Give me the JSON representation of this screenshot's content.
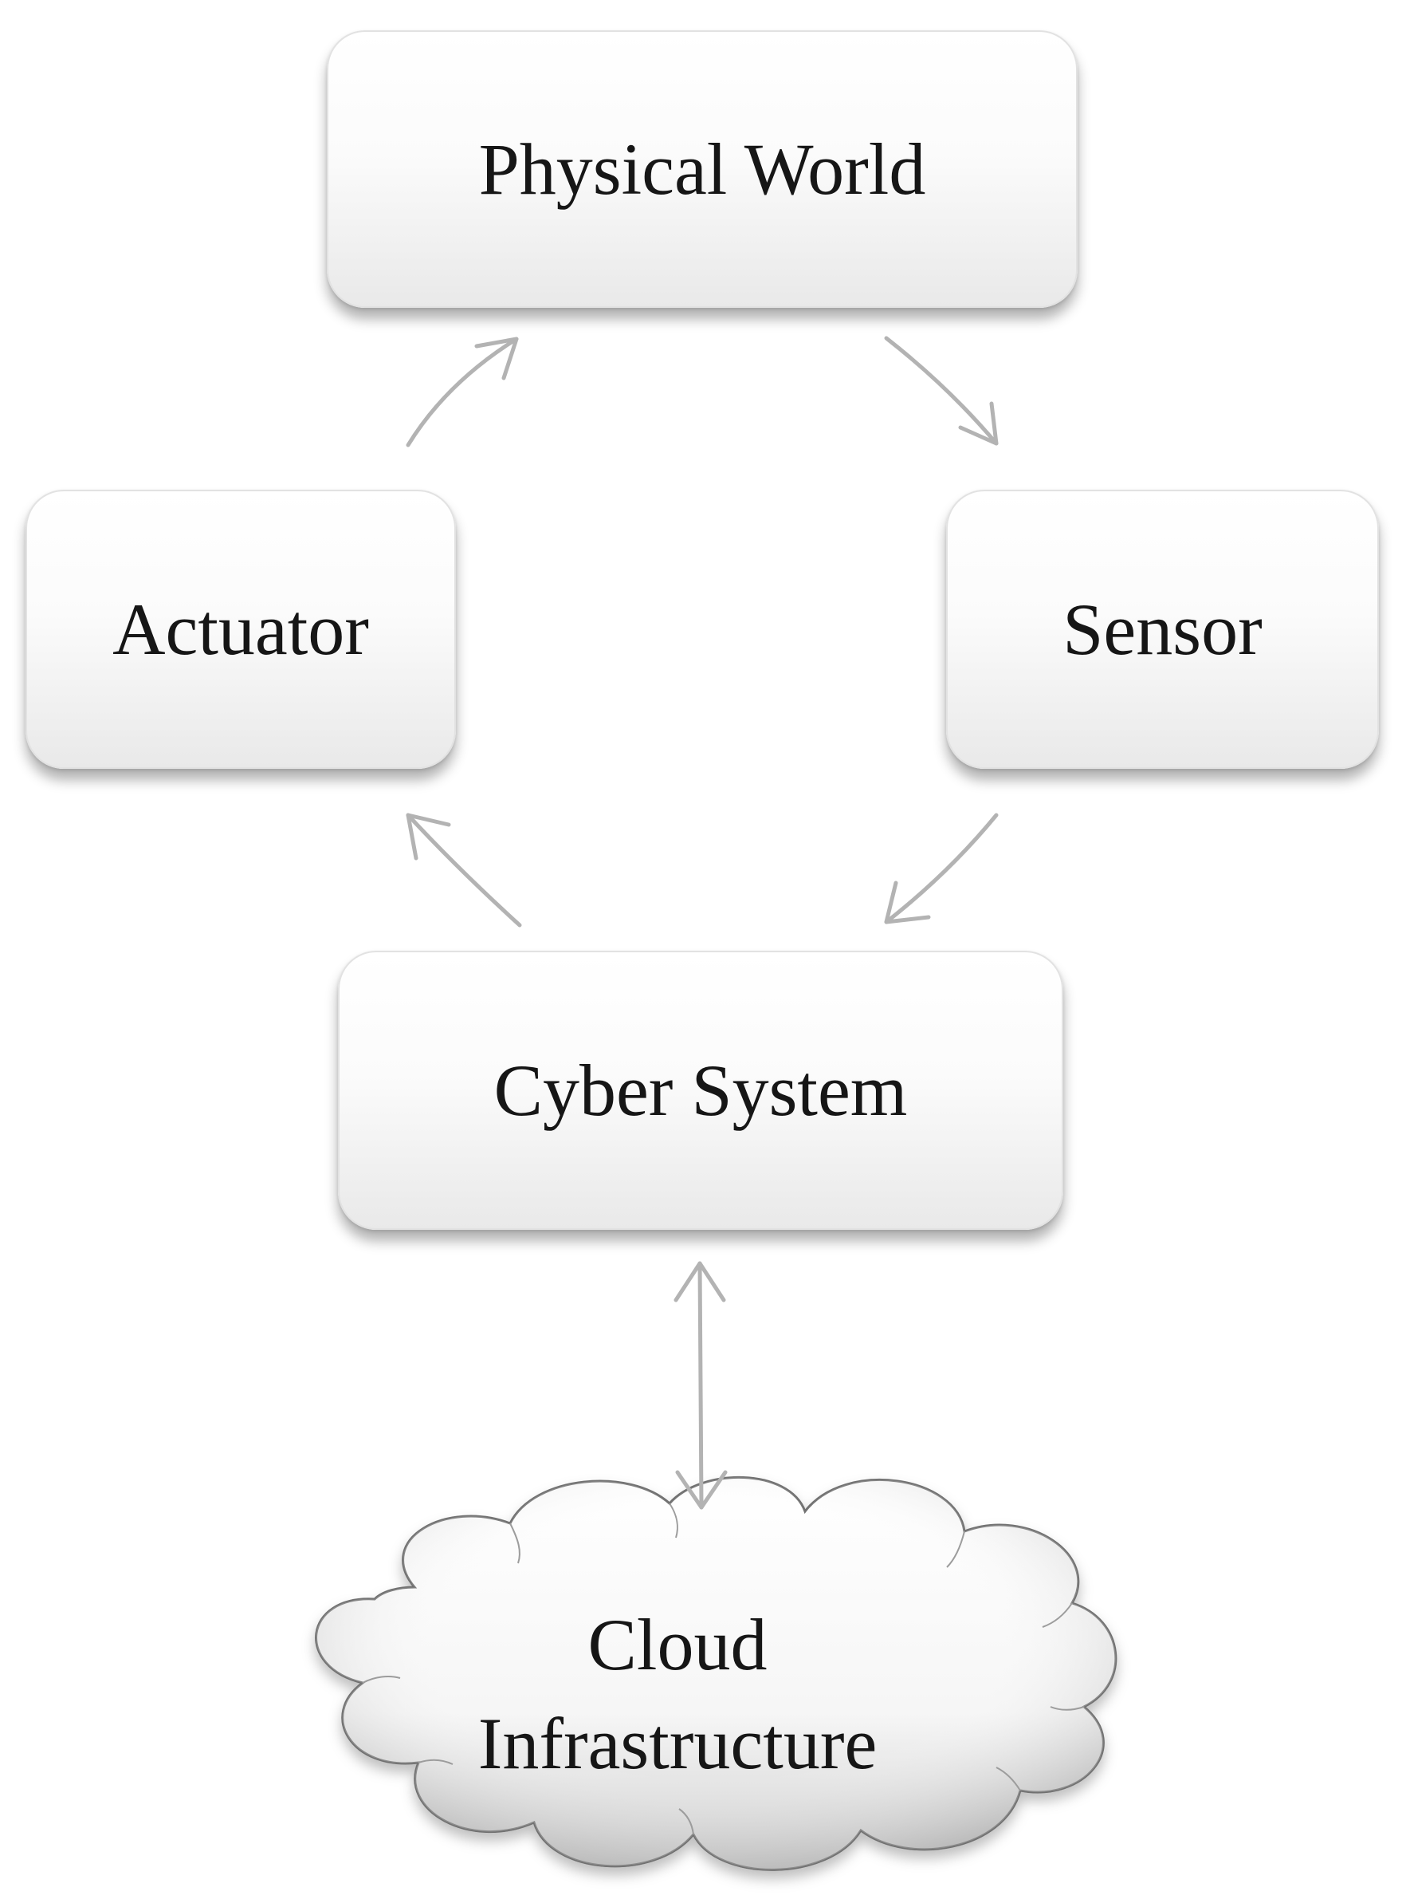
{
  "nodes": {
    "physical_world": "Physical World",
    "actuator": "Actuator",
    "sensor": "Sensor",
    "cyber_system": "Cyber System",
    "cloud_line1": "Cloud",
    "cloud_line2": "Infrastructure"
  },
  "colors": {
    "arrow": "#b3b3b3",
    "text": "#161616"
  }
}
